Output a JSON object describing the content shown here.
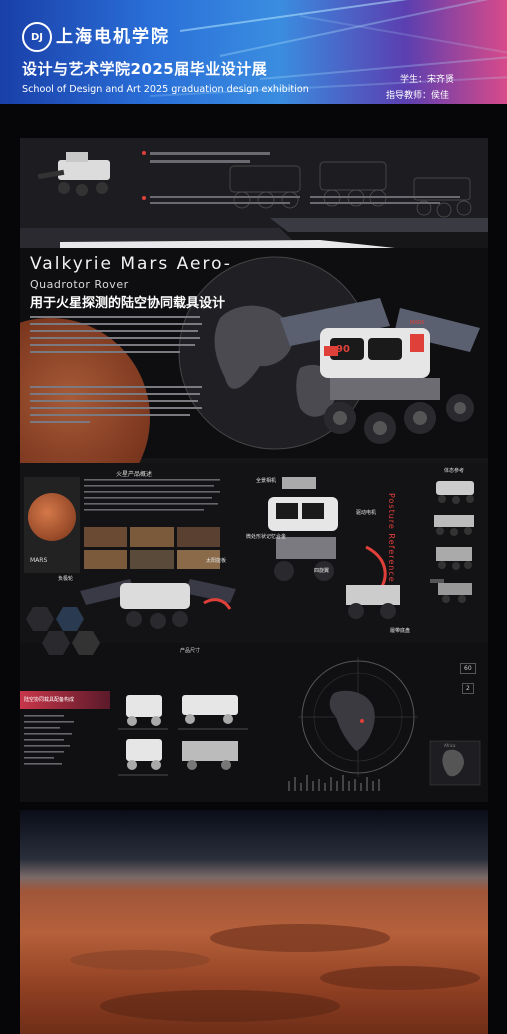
{
  "header": {
    "logo_text": "DJ",
    "school_name": "上海电机学院",
    "exhibition_cn": "设计与艺术学院2025届毕业设计展",
    "exhibition_en": "School of Design and Art 2025 graduation design exhibition",
    "student_label": "学生：",
    "student_name": "宋齐贤",
    "advisor_label": "指导教师：",
    "advisor_name": "侯佳"
  },
  "poster": {
    "title_en_line1": "Valkyrie Mars Aero-",
    "title_en_line2": "Quadrotor Rover",
    "title_cn": "用于火星探测的陆空协同载具设计",
    "rover_badge": "90",
    "rover_side_text": "MARS",
    "mars_caption": "MARS",
    "section_reference": "火星产品概述",
    "vertical_en": "Posture Reference",
    "section_form_ref": "体态参考",
    "section_product_size": "产品尺寸",
    "section_coop_cn": "陆空协同载具配备构成",
    "labels": {
      "wing": "太阳能板",
      "motor": "驱动电机",
      "camera": "全景相机",
      "memory": "微处形状记忆合金",
      "vertical_rotor": "四旋翼",
      "wheel": "负极轮",
      "tread": "履带底盘"
    },
    "hud_numbers": [
      "60",
      "2"
    ],
    "hud_region": "Africa"
  },
  "colors": {
    "accent_red": "#e0403a",
    "panel_dark": "#161619",
    "mars_orange": "#b5603a"
  }
}
